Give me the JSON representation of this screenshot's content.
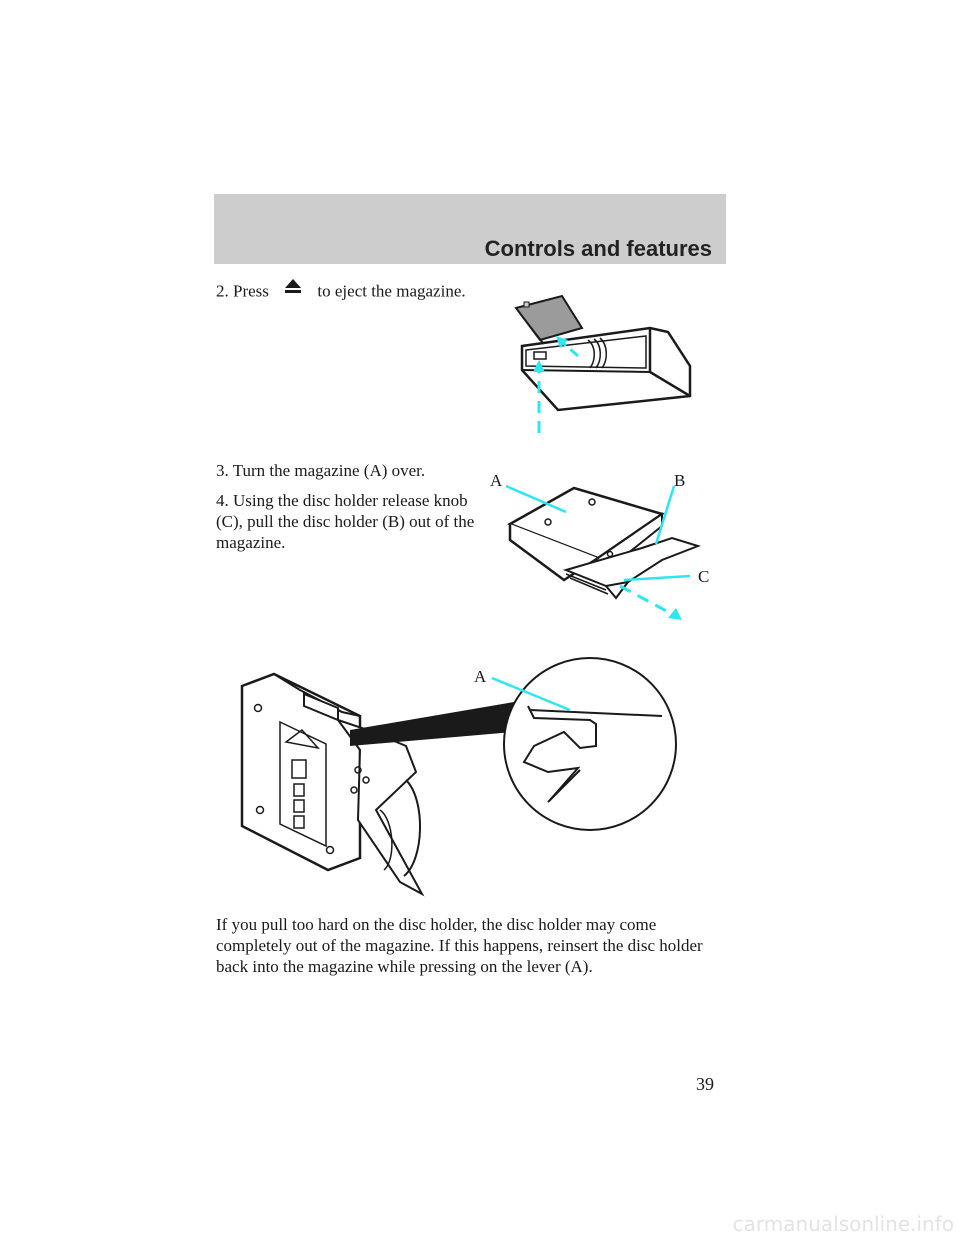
{
  "header": {
    "title": "Controls and features"
  },
  "steps": {
    "step2_before": "2. Press",
    "step2_after": "to eject the magazine.",
    "step2_icon": "eject-icon",
    "step3": "3. Turn the magazine (A) over.",
    "step4": "4. Using the disc holder release knob (C), pull the disc holder (B) out of the magazine."
  },
  "callouts": {
    "magazine_a": "A",
    "disc_holder_b": "B",
    "release_knob_c": "C",
    "lever_a": "A"
  },
  "caption": "If you pull too hard on the disc holder, the disc holder may come completely out of the magazine. If this happens, reinsert the disc holder back into the magazine while pressing on the lever (A).",
  "page_number": "39",
  "watermark": "carmanualsonline.info",
  "colors": {
    "accent": "#2ee6f0",
    "band": "#cdcdcd",
    "ink": "#1a1a1a"
  }
}
